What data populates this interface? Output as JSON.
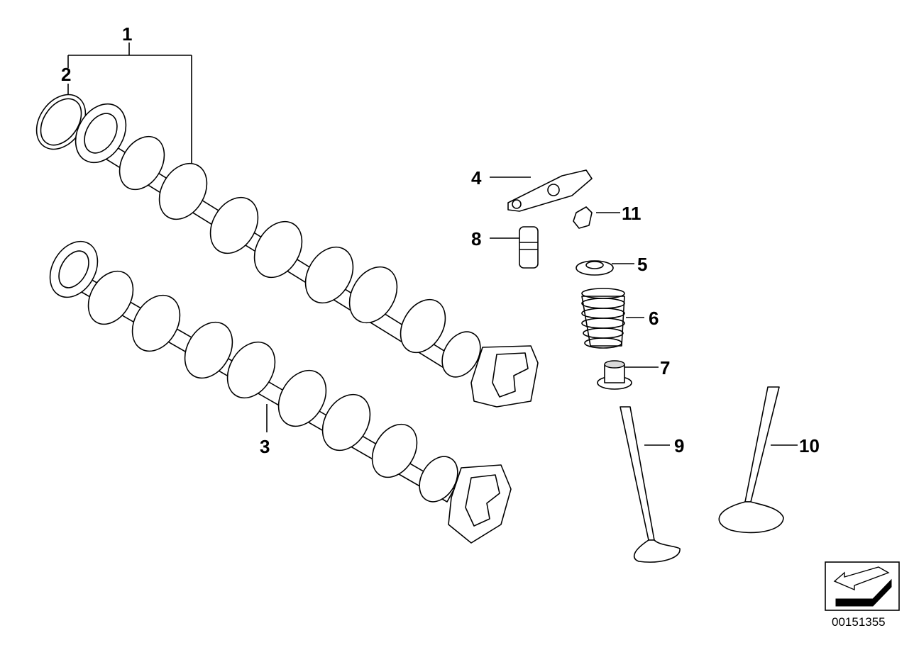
{
  "diagram": {
    "callouts": [
      {
        "id": "1",
        "label": "1"
      },
      {
        "id": "2",
        "label": "2"
      },
      {
        "id": "3",
        "label": "3"
      },
      {
        "id": "4",
        "label": "4"
      },
      {
        "id": "5",
        "label": "5"
      },
      {
        "id": "6",
        "label": "6"
      },
      {
        "id": "7",
        "label": "7"
      },
      {
        "id": "8",
        "label": "8"
      },
      {
        "id": "9",
        "label": "9"
      },
      {
        "id": "10",
        "label": "10"
      },
      {
        "id": "11",
        "label": "11"
      }
    ],
    "doc_number": "00151355",
    "orientation_icon": "direction-arrow-icon"
  }
}
